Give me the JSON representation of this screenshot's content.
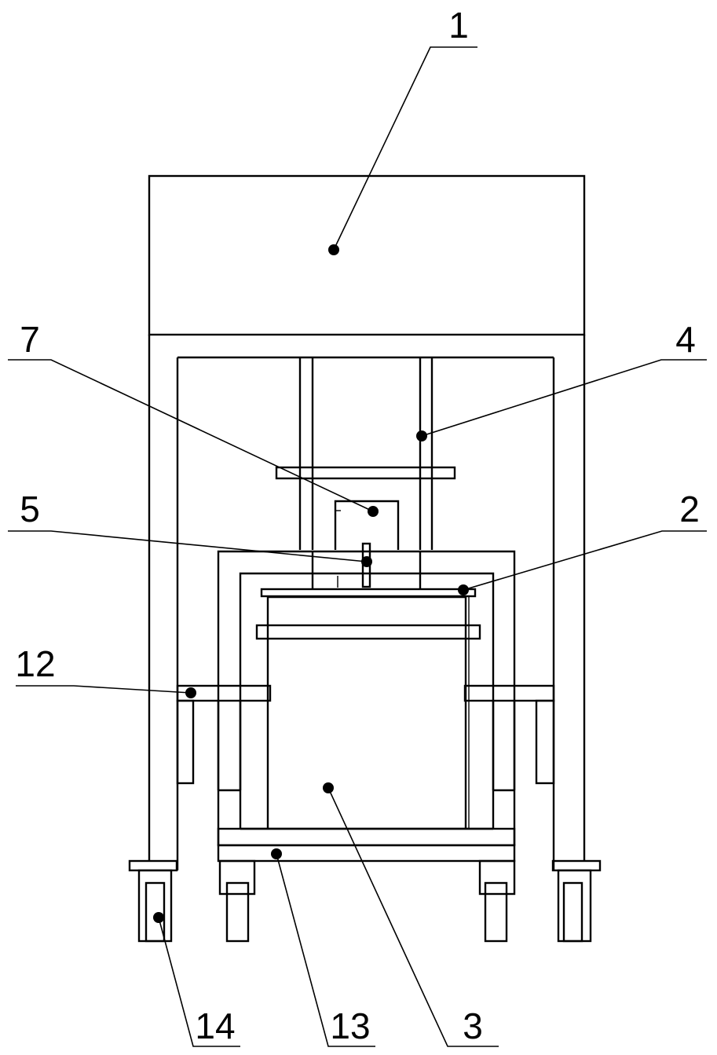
{
  "callouts": [
    {
      "id": "c1",
      "text": "1"
    },
    {
      "id": "c2",
      "text": "2"
    },
    {
      "id": "c3",
      "text": "3"
    },
    {
      "id": "c4",
      "text": "4"
    },
    {
      "id": "c5",
      "text": "5"
    },
    {
      "id": "c7",
      "text": "7"
    },
    {
      "id": "c12",
      "text": "12"
    },
    {
      "id": "c13",
      "text": "13"
    },
    {
      "id": "c14",
      "text": "14"
    }
  ]
}
